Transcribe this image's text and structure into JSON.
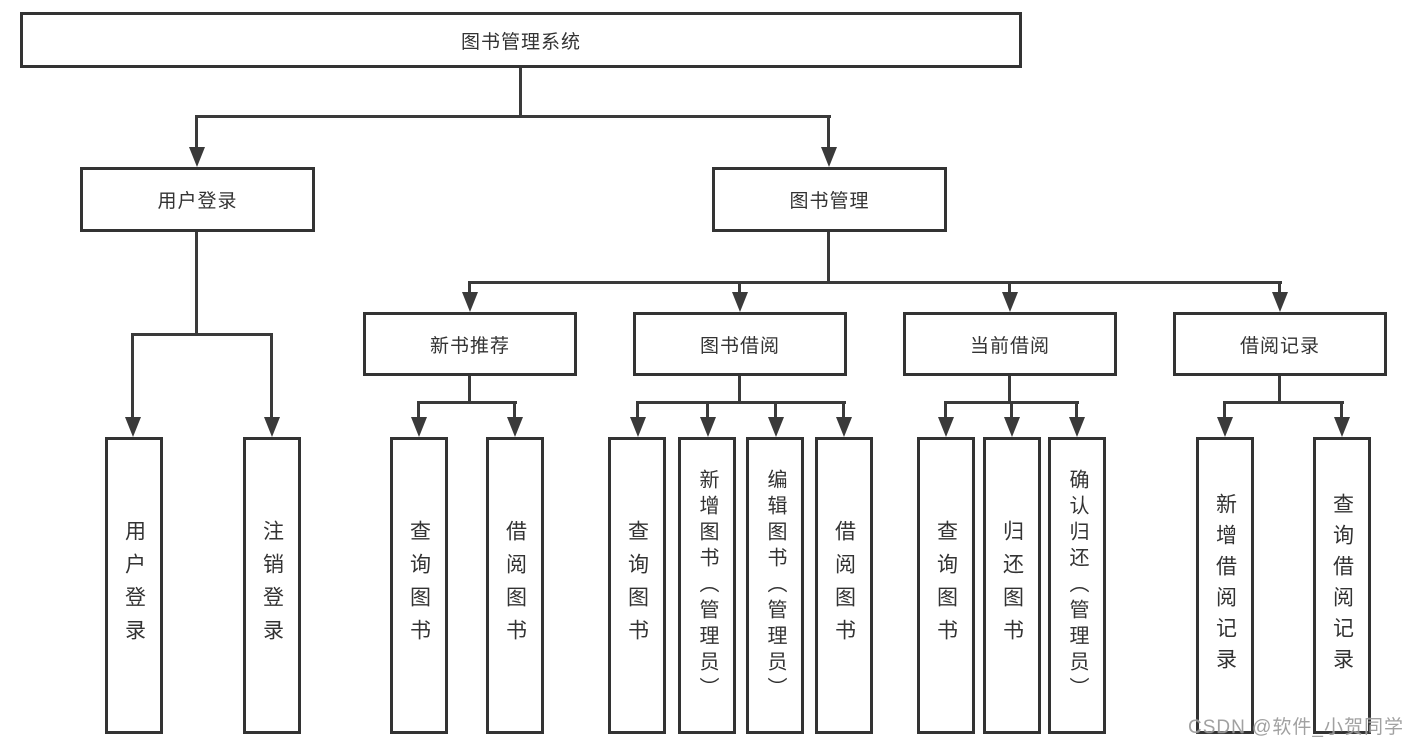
{
  "tree": {
    "root": {
      "label": "图书管理系统"
    },
    "branches": [
      {
        "label": "用户登录",
        "children": [
          {
            "label": "用户登录"
          },
          {
            "label": "注销登录"
          }
        ]
      },
      {
        "label": "图书管理",
        "children": [
          {
            "label": "新书推荐",
            "children": [
              {
                "label": "查询图书"
              },
              {
                "label": "借阅图书"
              }
            ]
          },
          {
            "label": "图书借阅",
            "children": [
              {
                "label": "查询图书"
              },
              {
                "label": "新增图书（管理员）"
              },
              {
                "label": "编辑图书（管理员）"
              },
              {
                "label": "借阅图书"
              }
            ]
          },
          {
            "label": "当前借阅",
            "children": [
              {
                "label": "查询图书"
              },
              {
                "label": "归还图书"
              },
              {
                "label": "确认归还（管理员）"
              }
            ]
          },
          {
            "label": "借阅记录",
            "children": [
              {
                "label": "新增借阅记录"
              },
              {
                "label": "查询借阅记录"
              }
            ]
          }
        ]
      }
    ]
  },
  "watermark": "CSDN @软件_小贺同学",
  "colors": {
    "line": "#3a3a3a",
    "border": "#333333",
    "text": "#333333",
    "watermark": "#9a9a9a"
  }
}
